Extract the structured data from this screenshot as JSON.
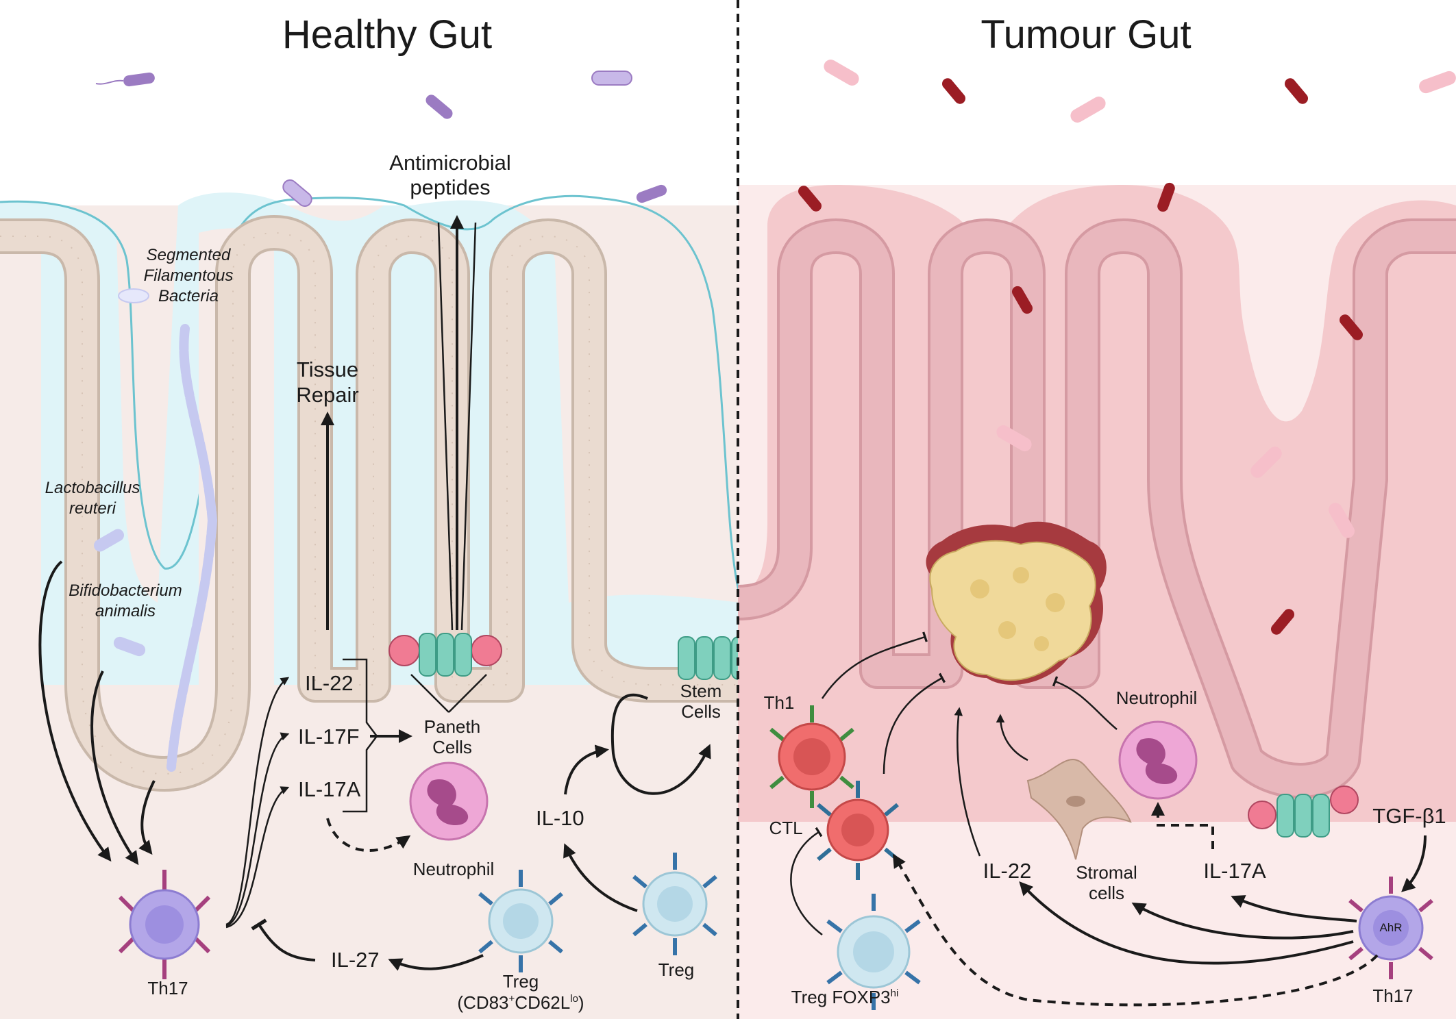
{
  "panels": {
    "healthy": {
      "title": "Healthy Gut"
    },
    "tumour": {
      "title": "Tumour Gut"
    }
  },
  "healthy": {
    "bacteria_labels": {
      "sfb": [
        "Segmented",
        "Filamentous",
        "Bacteria"
      ],
      "lactobacillus": [
        "Lactobacillus",
        "reuteri"
      ],
      "bifidobacterium": [
        "Bifidobacterium",
        "animalis"
      ]
    },
    "antimicrobial": [
      "Antimicrobial",
      "peptides"
    ],
    "tissue_repair": [
      "Tissue",
      "Repair"
    ],
    "cytokines": {
      "il22": "IL-22",
      "il17f": "IL-17F",
      "il17a": "IL-17A",
      "il10": "IL-10",
      "il27": "IL-27"
    },
    "paneth": [
      "Paneth",
      "Cells"
    ],
    "stem": [
      "Stem",
      "Cells"
    ],
    "neutrophil": "Neutrophil",
    "th17": "Th17",
    "treg1": {
      "name": "Treg",
      "sub_prefix": "(CD83",
      "sup1": "+",
      "sub_mid": "CD62L",
      "sup2": "lo",
      "sub_suffix": ")"
    },
    "treg2": "Treg"
  },
  "tumour": {
    "th1": "Th1",
    "ctl": "CTL",
    "treg": {
      "name": "Treg FOXP3",
      "sup": "hi"
    },
    "il22": "IL-22",
    "stromal": [
      "Stromal",
      "cells"
    ],
    "il17a": "IL-17A",
    "neutrophil": "Neutrophil",
    "tgfb": "TGF-β1",
    "ahr": "AhR",
    "th17": "Th17"
  },
  "colors": {
    "healthy_bg": "#f6ebe8",
    "tumour_bg": "#fae8e8",
    "mucus": "#dff4f8",
    "mucus_edge": "#6cc3cf",
    "epithelium": "#eadbd0",
    "tumour_tissue": "#f4c9cc",
    "tumour_epithelium": "#e9b7bd",
    "stem": "#7fd0bd",
    "paneth": "#f07b93",
    "th17": "#b3a6e8",
    "treg": "#cfe7f0",
    "cd8": "#f06d6d",
    "neutrophil": "#eea7d6",
    "tumour_mass": "#f0d99a",
    "bad_bacteria": "#9b1d24",
    "pink_bacteria": "#f6bfca",
    "purple_bacteria": "#9b7bc2"
  }
}
